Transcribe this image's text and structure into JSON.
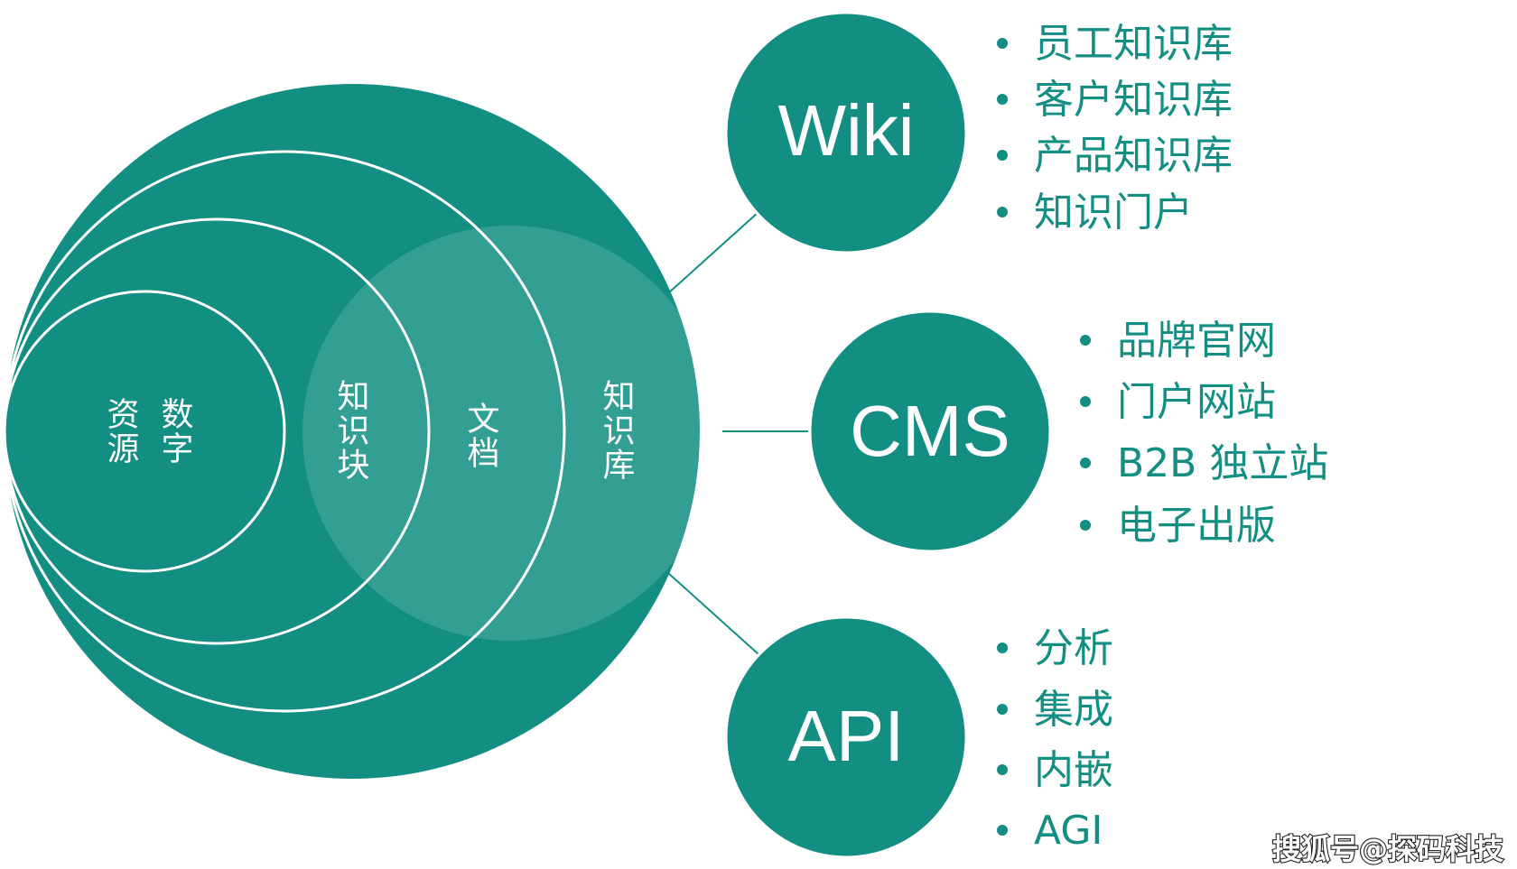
{
  "colors": {
    "primary": "#128e83",
    "light_overlay": "#4fb1a7",
    "text_on_primary": "#ffffff",
    "item_text": "#128e83",
    "connector": "#128e83"
  },
  "layers": [
    {
      "label": "知识库"
    },
    {
      "label": "文档"
    },
    {
      "label": "知识块"
    },
    {
      "label": "数字\n资源",
      "lines": [
        "数字",
        "资源"
      ]
    }
  ],
  "hubs": [
    {
      "label": "Wiki",
      "items": [
        "员工知识库",
        "客户知识库",
        "产品知识库",
        "知识门户"
      ]
    },
    {
      "label": "CMS",
      "items": [
        "品牌官网",
        "门户网站",
        "B2B 独立站",
        "电子出版"
      ]
    },
    {
      "label": "API",
      "items": [
        "分析",
        "集成",
        "内嵌",
        "AGI"
      ]
    }
  ],
  "watermark": "搜狐号@探码科技"
}
